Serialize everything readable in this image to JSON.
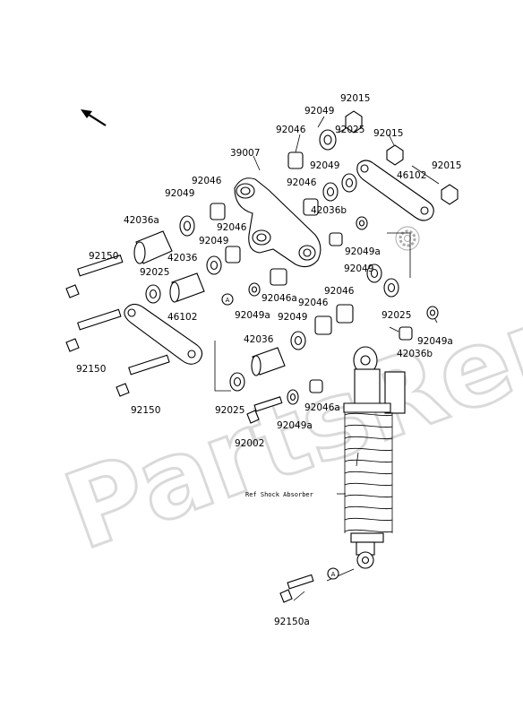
{
  "watermark": "PartsRepublik",
  "ref_note": "Ref Shock Absorber",
  "circle_marker": "A",
  "labels": {
    "l92015a": "92015",
    "l92049a": "92049",
    "l92015b": "92015",
    "l92046a": "92046",
    "l92025a": "92025",
    "l39007": "39007",
    "l92049b": "92049",
    "l92015c": "92015",
    "l46102a": "46102",
    "l92046b": "92046",
    "l92049c": "92049",
    "l92046c": "92046",
    "l42036a": "42036a",
    "l42036b1": "42036b",
    "l92049d": "92049",
    "l92046d": "92046",
    "l92049e": "92049a",
    "l92150a": "92150",
    "l42036": "42036",
    "l92049f": "92049",
    "l92025b": "92025",
    "l92046e": "92046a",
    "l92046f": "92046",
    "l92046g": "92046",
    "l92049g": "92049a",
    "l92025c": "92025",
    "l46102b": "46102",
    "l92049h": "92049",
    "l92049i": "92049a",
    "l42036c": "42036",
    "l42036b2": "42036b",
    "l92150b": "92150",
    "l92150c": "92150",
    "l92025d": "92025",
    "l92046h": "92046a",
    "l92049j": "92049a",
    "l92002": "92002",
    "l92150d": "92150a"
  },
  "icons": {
    "direction": "arrow-up-left-icon",
    "settings": "gear-icon"
  }
}
